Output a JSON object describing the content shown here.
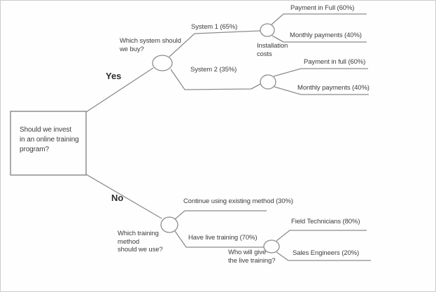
{
  "colors": {
    "line": "#8c8c8c",
    "text": "#3c3c3c"
  },
  "chart_data": {
    "type": "decision-tree",
    "root_question": "Should we invest in an online training program?",
    "branches": [
      {
        "choice": "Yes",
        "question": "Which system should we buy?",
        "options": [
          {
            "label": "System 1",
            "probability": 65,
            "chance_node": "Installation costs",
            "outcomes": [
              {
                "label": "Payment in Full",
                "probability": 60
              },
              {
                "label": "Monthly payments",
                "probability": 40
              }
            ]
          },
          {
            "label": "System 2",
            "probability": 35,
            "chance_node": "Installation costs",
            "outcomes": [
              {
                "label": "Payment in full",
                "probability": 60
              },
              {
                "label": "Monthly payments",
                "probability": 40
              }
            ]
          }
        ]
      },
      {
        "choice": "No",
        "question": "Which training method should we use?",
        "options": [
          {
            "label": "Continue using existing method",
            "probability": 30,
            "outcomes": []
          },
          {
            "label": "Have live training",
            "probability": 70,
            "chance_node": "Who will give the live training?",
            "outcomes": [
              {
                "label": "Field Technicians",
                "probability": 80
              },
              {
                "label": "Sales Engineers",
                "probability": 20
              }
            ]
          }
        ]
      }
    ]
  },
  "labels": {
    "root": "Should we invest\nin an online training\nprogram?",
    "yes": "Yes",
    "no": "No",
    "which_system": "Which system should\nwe buy?",
    "system1": "System 1 (65%)",
    "system2": "System 2 (35%)",
    "installation_costs": "Installation\ncosts",
    "payment_full_sys1": "Payment in Full (60%)",
    "monthly_sys1": "Monthly payments (40%)",
    "payment_full_sys2": "Payment in full (60%)",
    "monthly_sys2": "Monthly payments (40%)",
    "continue_existing": "Continue using existing method (30%)",
    "which_training": "Which training\nmethod\nshould we use?",
    "have_live": "Have live training (70%)",
    "who_will_give": "Who will give\nthe live training?",
    "field_technicians": "Field Technicians (80%)",
    "sales_engineers": "Sales Engineers (20%)"
  }
}
